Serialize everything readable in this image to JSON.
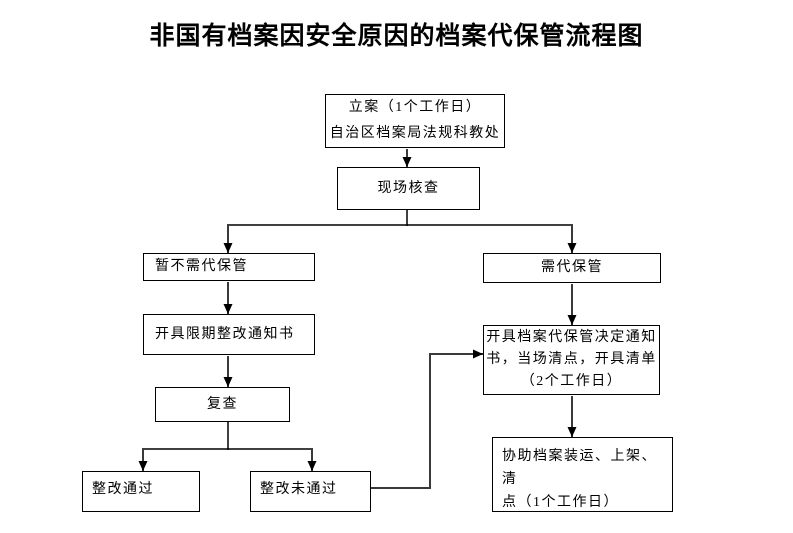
{
  "title": "非国有档案因安全原因的档案代保管流程图",
  "nodes": {
    "filing": {
      "lines": [
        "立案（1个工作日）",
        "自治区档案局法规科教处"
      ]
    },
    "site_check": {
      "label": "现场核查"
    },
    "no_custody": {
      "label": "暂不需代保管"
    },
    "need_custody": {
      "label": "需代保管"
    },
    "rectify_notice": {
      "label": "开具限期整改通知书"
    },
    "custody_notice": {
      "lines": [
        "开具档案代保管决定通知",
        "书，当场清点，开具清单",
        "（2个工作日）"
      ]
    },
    "recheck": {
      "label": "复查"
    },
    "rectify_pass": {
      "label": "整改通过"
    },
    "rectify_fail": {
      "label": "整改未通过"
    },
    "assist": {
      "lines": [
        "协助档案装运、上架、清",
        "点（1个工作日）"
      ]
    }
  },
  "colors": {
    "background": "#ffffff",
    "box_border": "#000000",
    "connector_line": "#3a3a3a",
    "arrowhead": "#000000",
    "text": "#000000"
  }
}
